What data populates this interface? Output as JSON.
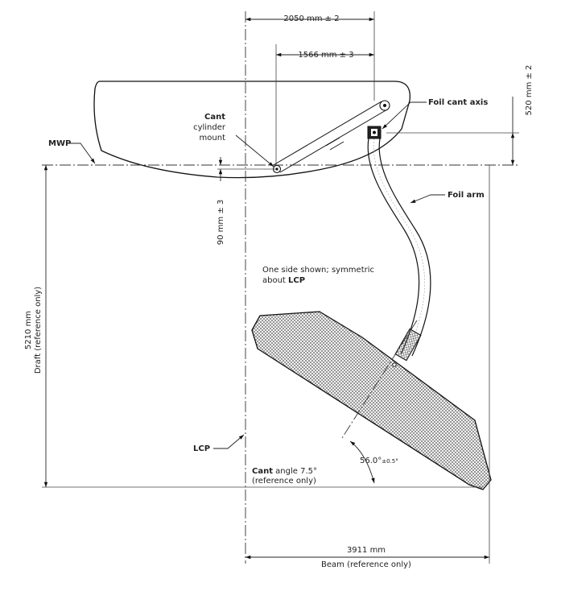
{
  "dimensions": {
    "top_span": "2050 mm ± 2",
    "inner_span": "1566 mm ± 3",
    "right_vertical": "520 mm ± 2",
    "small_vertical": "90 mm ± 3",
    "draft_value": "5210 mm",
    "draft_label": "Draft (reference only)",
    "beam_value": "3911 mm",
    "beam_label": "Beam (reference only)",
    "foil_angle": "56.0°",
    "foil_angle_tol": "±0.5°"
  },
  "labels": {
    "mwp": "MWP",
    "cant_bold": "Cant",
    "cant_line2": "cylinder",
    "cant_line3": "mount",
    "foil_cant_axis": "Foil cant axis",
    "foil_arm": "Foil arm",
    "note_line1": "One side shown; symmetric",
    "note_line2_prefix": "about ",
    "note_line2_bold": "LCP",
    "lcp": "LCP",
    "cant_angle_bold": "Cant",
    "cant_angle_rest": " angle 7.5°",
    "cant_angle_line2": "(reference only)"
  },
  "colors": {
    "line": "#111111",
    "hatch": "#555555"
  }
}
